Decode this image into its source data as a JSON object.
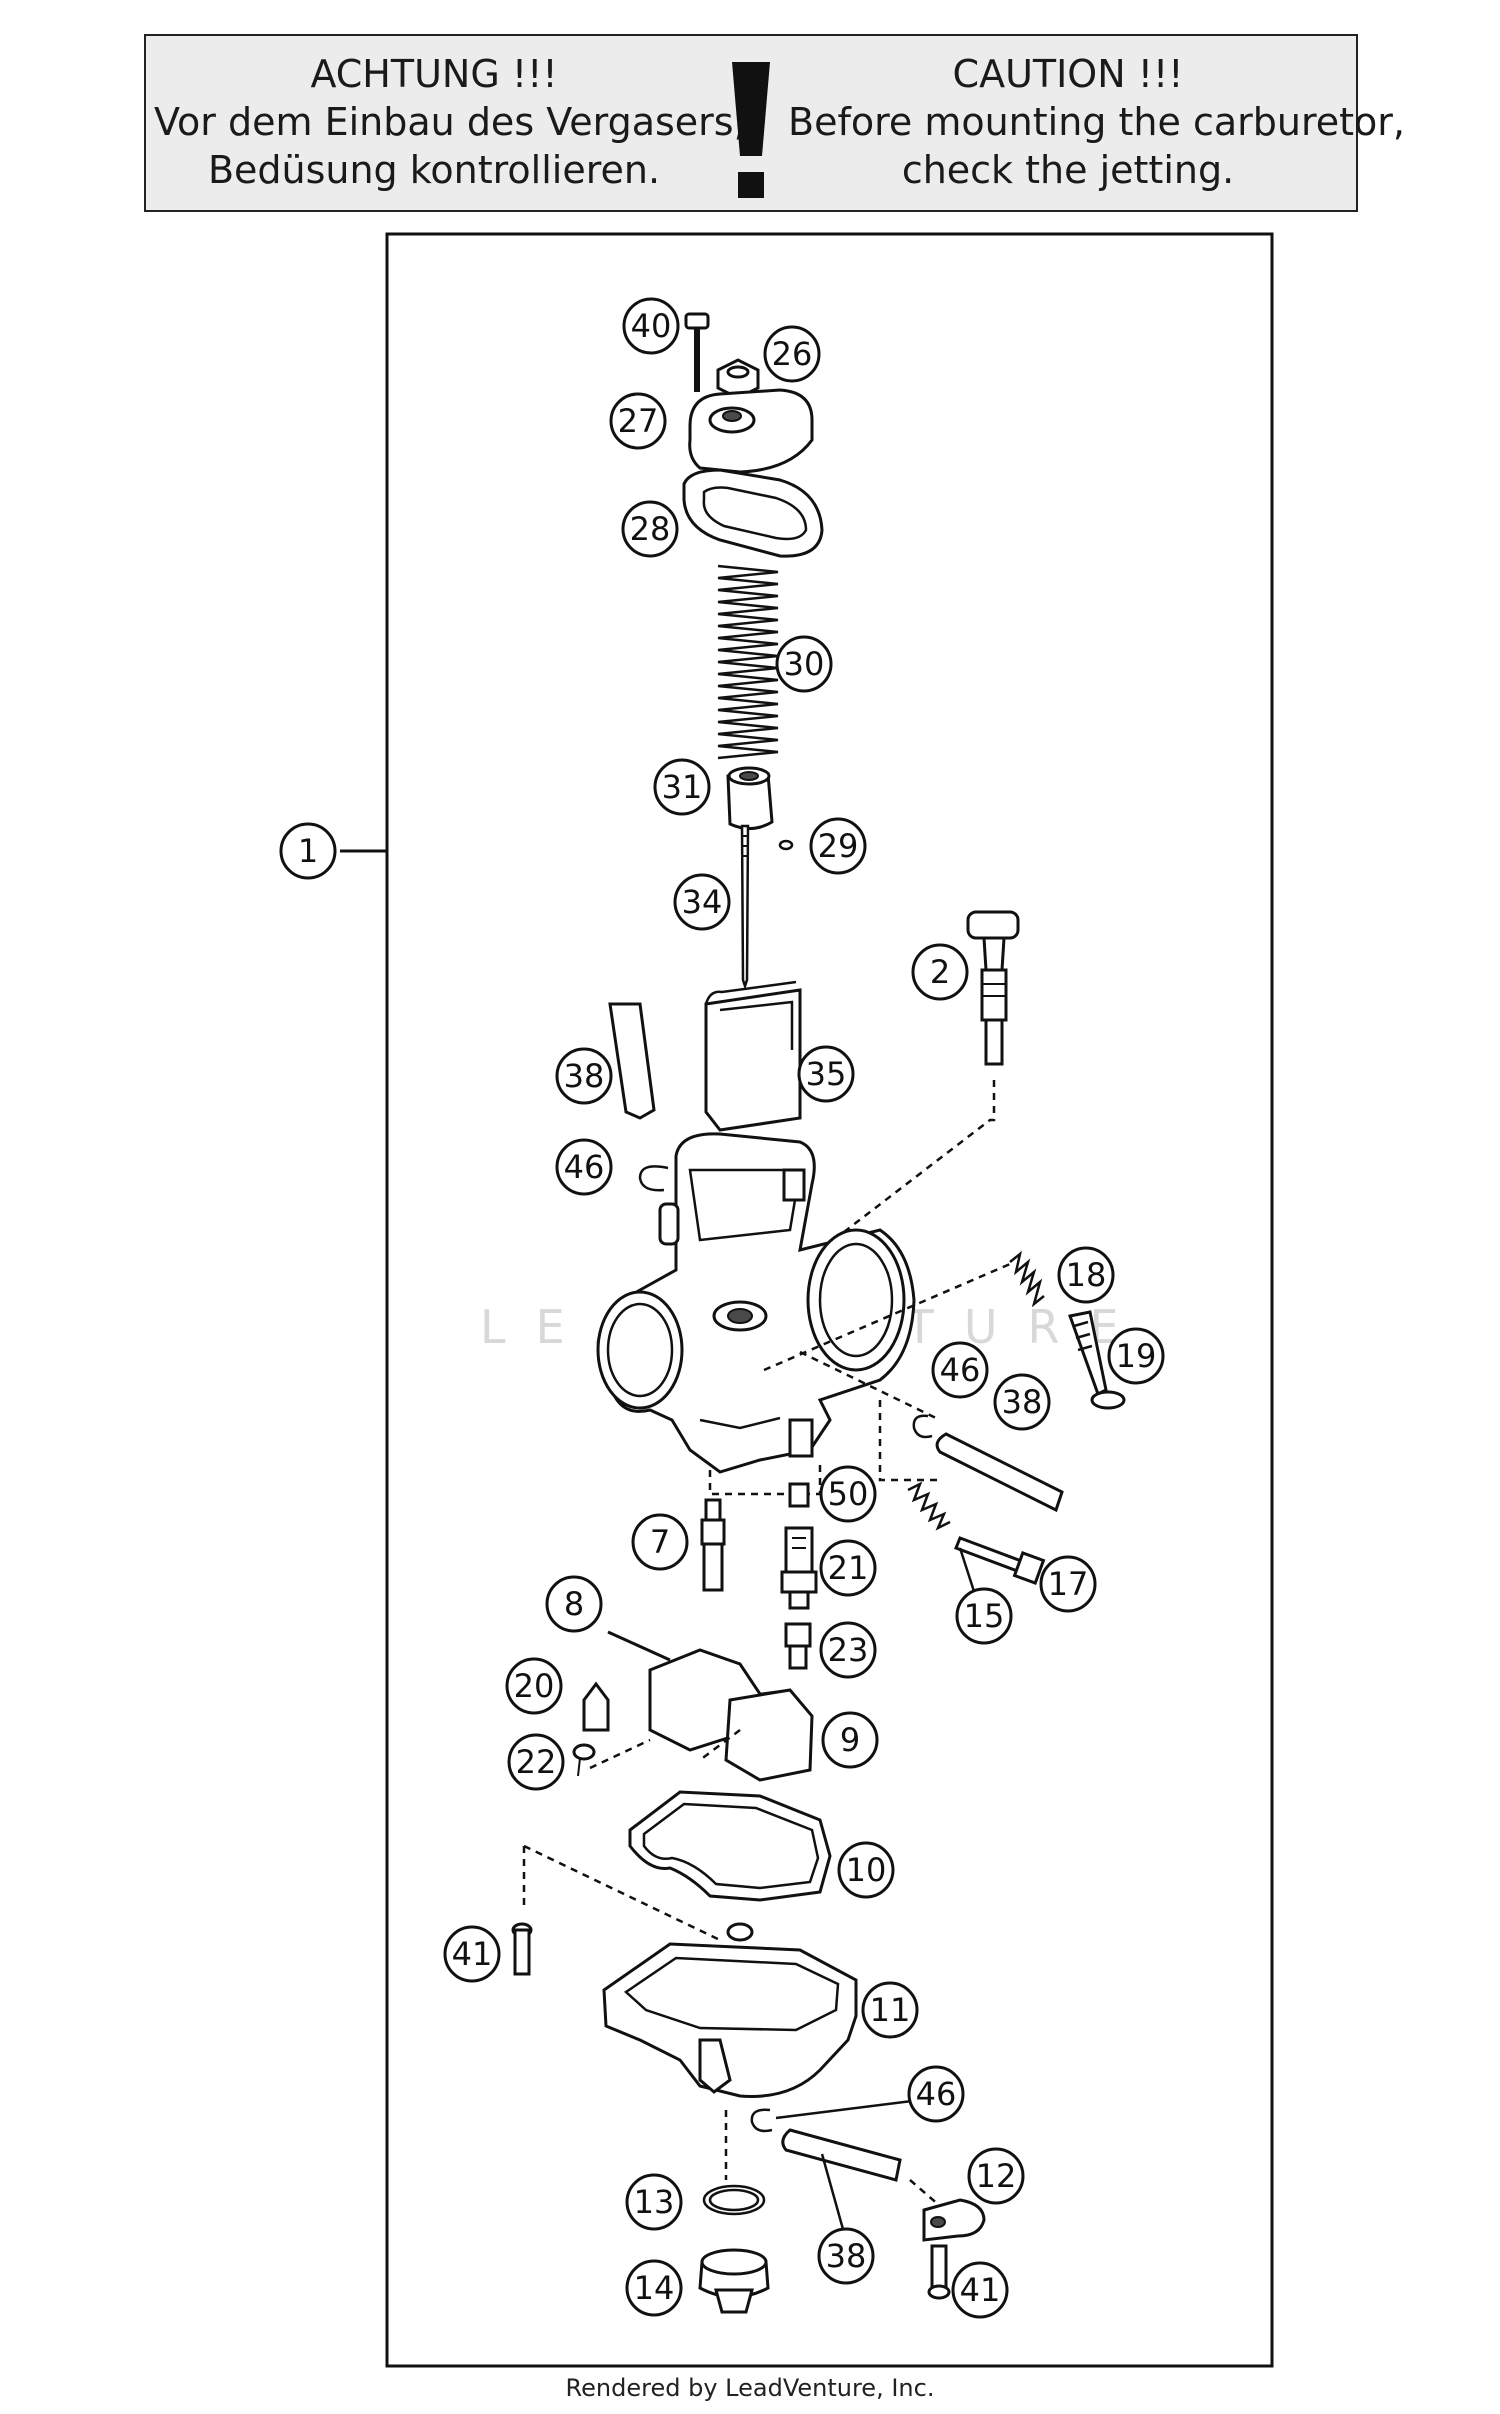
{
  "warning": {
    "german": {
      "title": "ACHTUNG !!!",
      "line1": "Vor dem Einbau des Vergasers,",
      "line2": "Bedüsung kontrollieren."
    },
    "english": {
      "title": "CAUTION !!!",
      "line1": "Before mounting the carburetor,",
      "line2": "check the jetting."
    }
  },
  "watermark": "LEADVENTURE",
  "callouts": {
    "c1": "1",
    "c2": "2",
    "c7": "7",
    "c8": "8",
    "c9": "9",
    "c10": "10",
    "c11": "11",
    "c12": "12",
    "c13": "13",
    "c14": "14",
    "c15": "15",
    "c17": "17",
    "c18": "18",
    "c19": "19",
    "c20": "20",
    "c21": "21",
    "c22": "22",
    "c23": "23",
    "c26": "26",
    "c27": "27",
    "c28": "28",
    "c29": "29",
    "c30": "30",
    "c31": "31",
    "c34": "34",
    "c35": "35",
    "c38a": "38",
    "c38b": "38",
    "c38c": "38",
    "c40": "40",
    "c41a": "41",
    "c41b": "41",
    "c46a": "46",
    "c46b": "46",
    "c46c": "46",
    "c50": "50"
  },
  "footer": "Rendered by LeadVenture, Inc."
}
